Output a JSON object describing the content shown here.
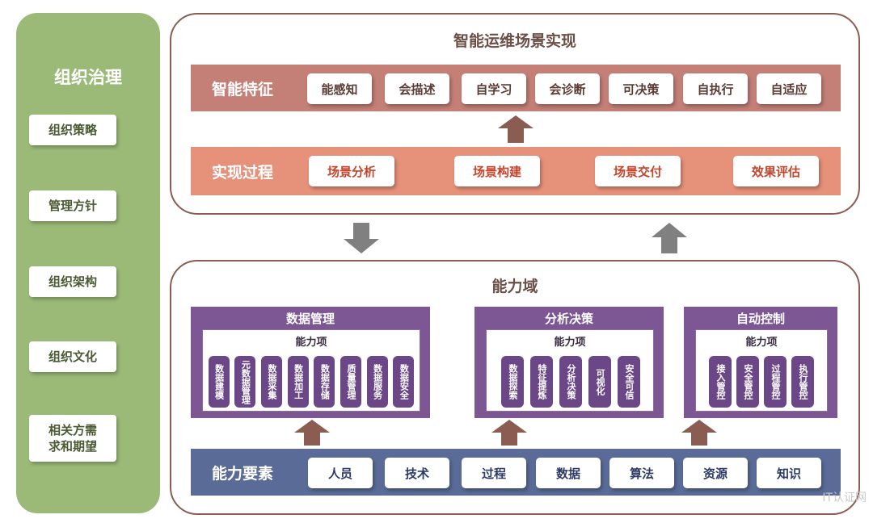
{
  "governance": {
    "title": "组织治理",
    "items": [
      "组织策略",
      "管理方针",
      "组织架构",
      "组织文化",
      "相关方需\n求和期望"
    ]
  },
  "scenario": {
    "title": "智能运维场景实现",
    "features": {
      "label": "智能特征",
      "items": [
        "能感知",
        "会描述",
        "自学习",
        "会诊断",
        "可决策",
        "自执行",
        "自适应"
      ]
    },
    "process": {
      "label": "实现过程",
      "items": [
        "场景分析",
        "场景构建",
        "场景交付",
        "效果评估"
      ]
    }
  },
  "capability": {
    "title": "能力域",
    "domains": [
      {
        "title": "数据管理",
        "subtitle": "能力项",
        "items": [
          "数据建模",
          "元数据管理",
          "数据采集",
          "数据加工",
          "数据存储",
          "质量管理",
          "数据服务",
          "数据安全"
        ]
      },
      {
        "title": "分析决策",
        "subtitle": "能力项",
        "items": [
          "数据探索",
          "特征提炼",
          "分析决策",
          "可视化",
          "安全可信"
        ]
      },
      {
        "title": "自动控制",
        "subtitle": "能力项",
        "items": [
          "接入管控",
          "安全管控",
          "过程管控",
          "执行管控"
        ]
      }
    ],
    "elements": {
      "label": "能力要素",
      "items": [
        "人员",
        "技术",
        "过程",
        "数据",
        "算法",
        "资源",
        "知识"
      ]
    }
  },
  "colors": {
    "governance": "#9bba78",
    "features_band": "#c47f77",
    "process_band": "#e6917a",
    "elements_band": "#5a6b98",
    "domain_box": "#7c5794",
    "arrow_brown": "#8a5c52",
    "arrow_gray": "#808080"
  },
  "watermark": "IT认证网"
}
